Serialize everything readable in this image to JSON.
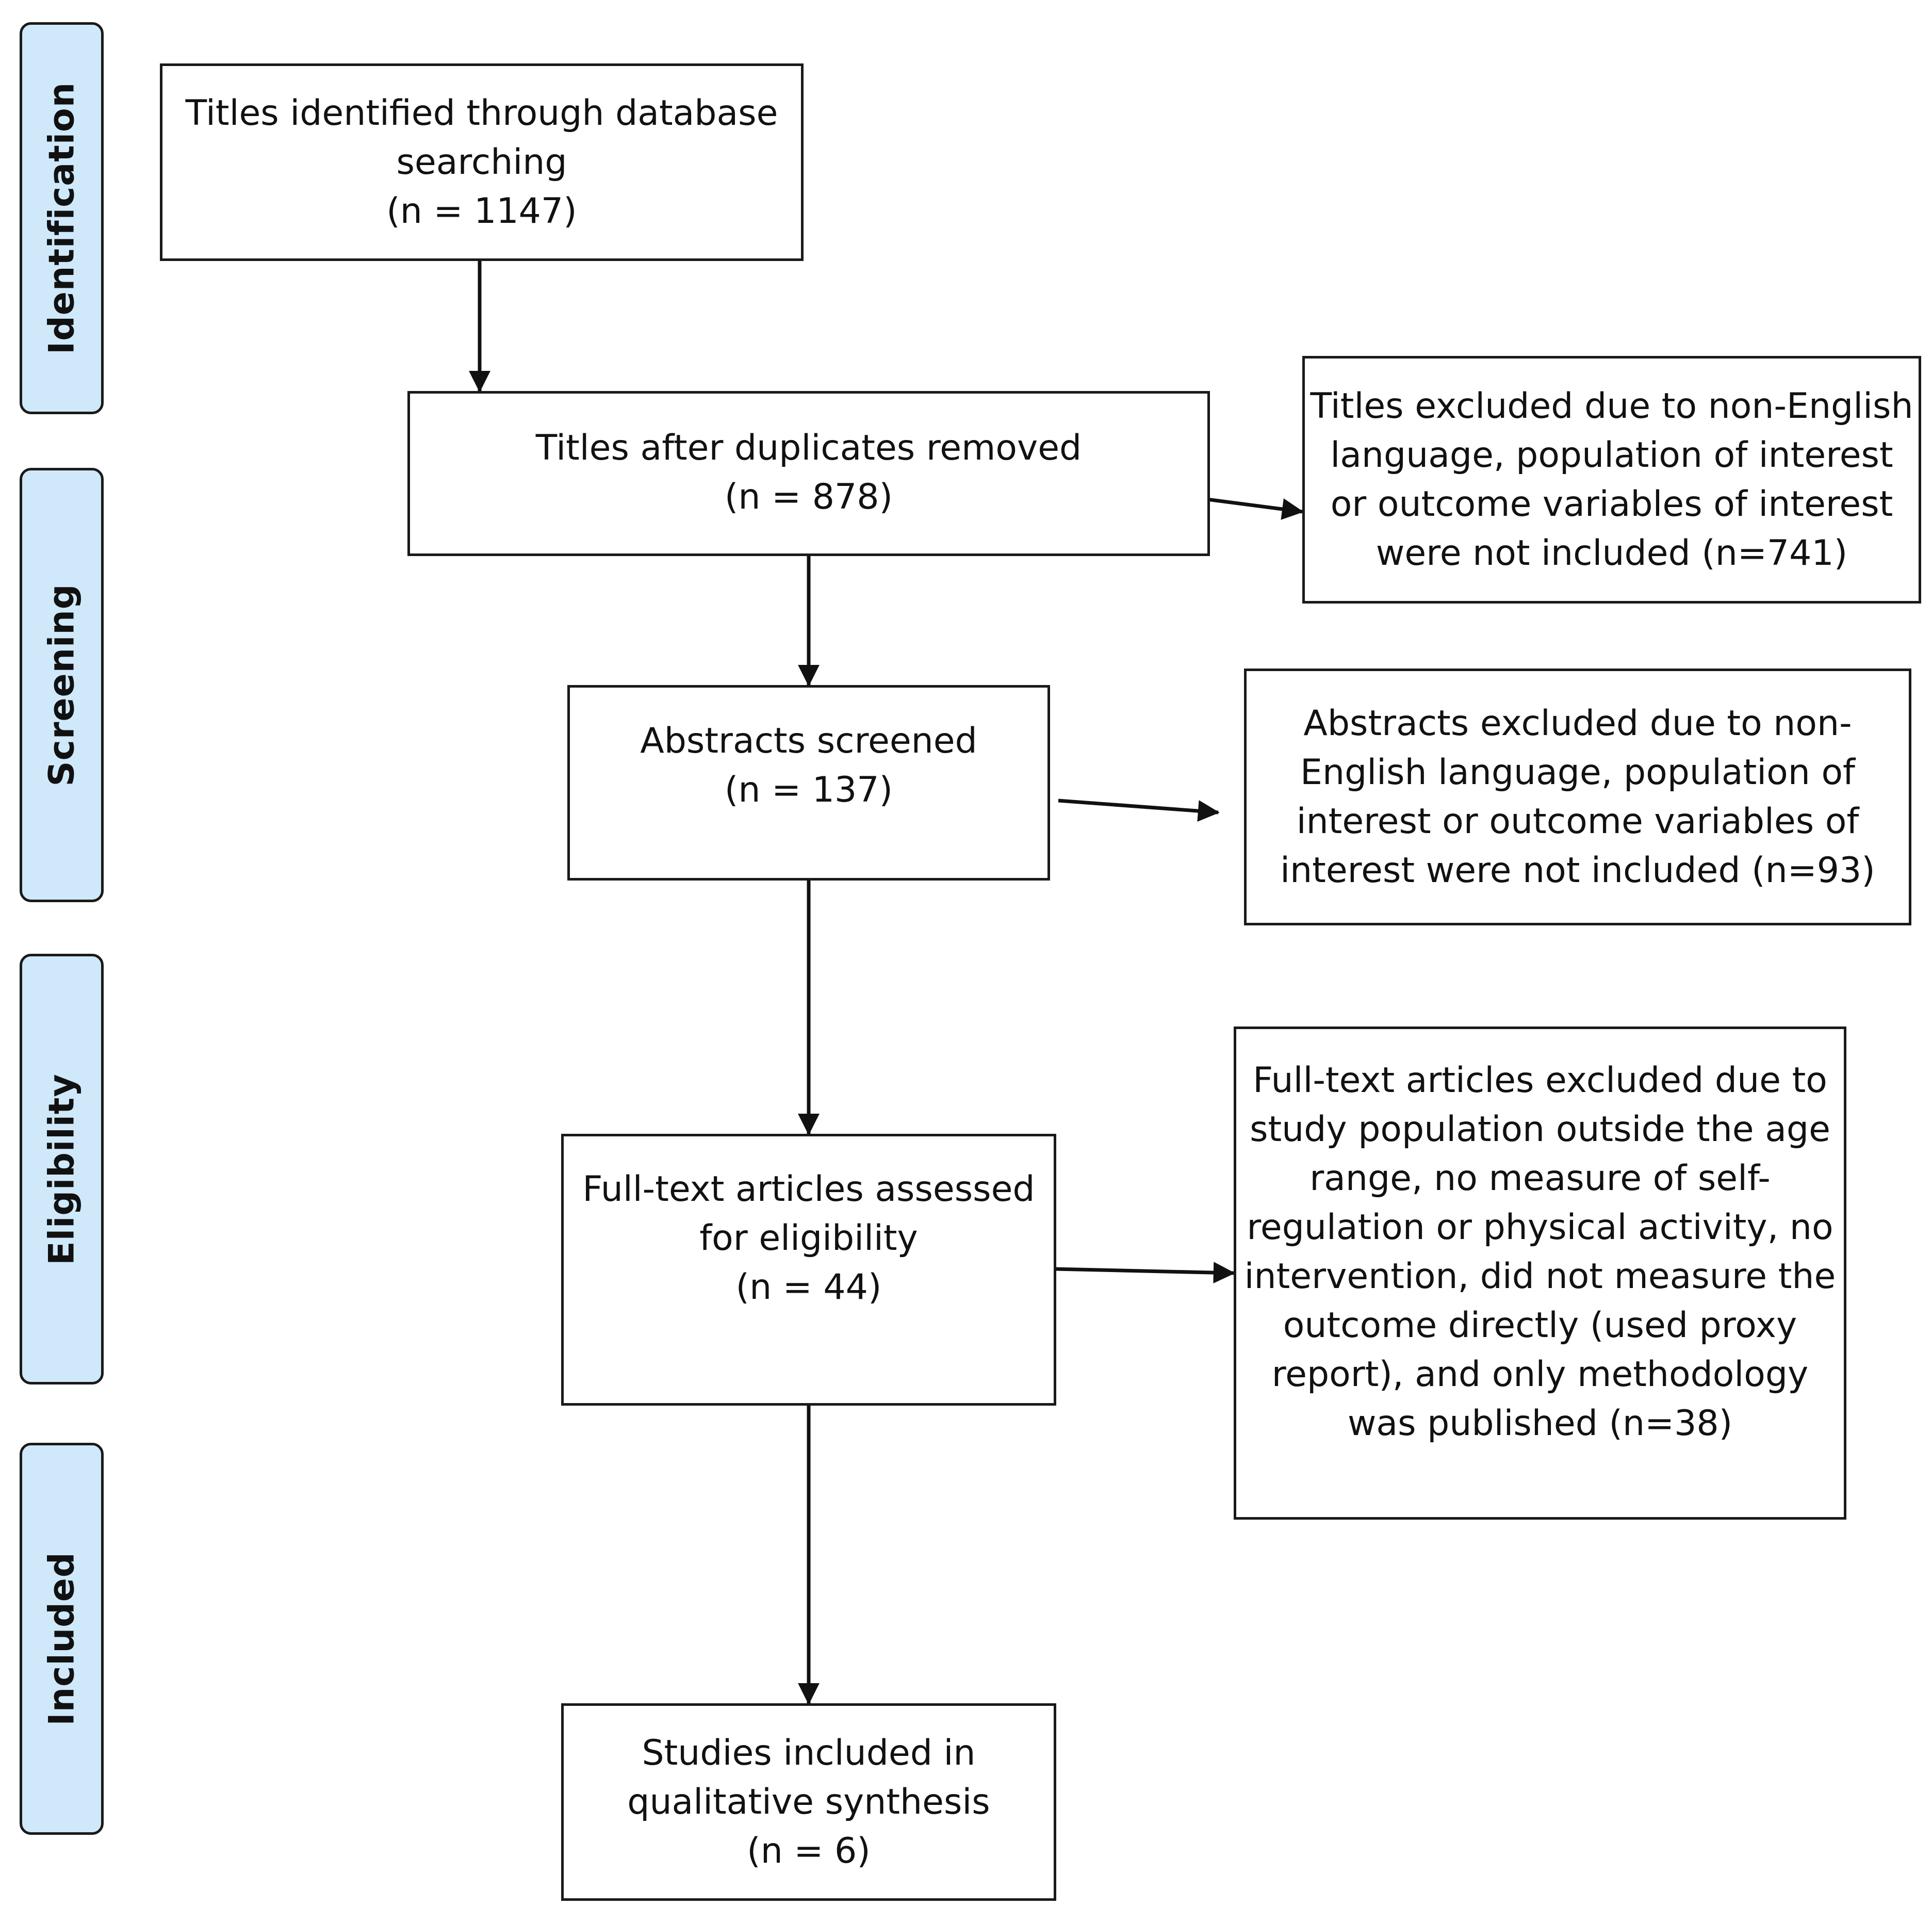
{
  "phases": [
    {
      "label": "Identification"
    },
    {
      "label": "Screening"
    },
    {
      "label": "Eligibility"
    },
    {
      "label": "Included"
    }
  ],
  "boxes": {
    "identified": {
      "text": "Titles identified through database\nsearching\n(n = 1147)"
    },
    "deduplicated": {
      "text": "Titles after duplicates removed\n(n = 878)"
    },
    "titles_excluded": {
      "text": "Titles excluded due to non-English\nlanguage, population of interest\nor outcome variables of interest\nwere not included (n=741)"
    },
    "abstracts_screened": {
      "text": "Abstracts screened\n(n = 137)"
    },
    "abstracts_excluded": {
      "text": "Abstracts excluded due to non-\nEnglish language, population of\ninterest or outcome variables of\ninterest were not included (n=93)"
    },
    "fulltext_assessed": {
      "text": "Full-text articles assessed\nfor eligibility\n(n = 44)"
    },
    "fulltext_excluded": {
      "text": "Full-text articles excluded due to\nstudy population outside the age\nrange, no measure of self-\nregulation or physical activity, no\nintervention, did not measure the\noutcome directly (used proxy\nreport), and only methodology\nwas published (n=38)"
    },
    "included": {
      "text": "Studies included in\nqualitative synthesis\n(n = 6)"
    }
  }
}
